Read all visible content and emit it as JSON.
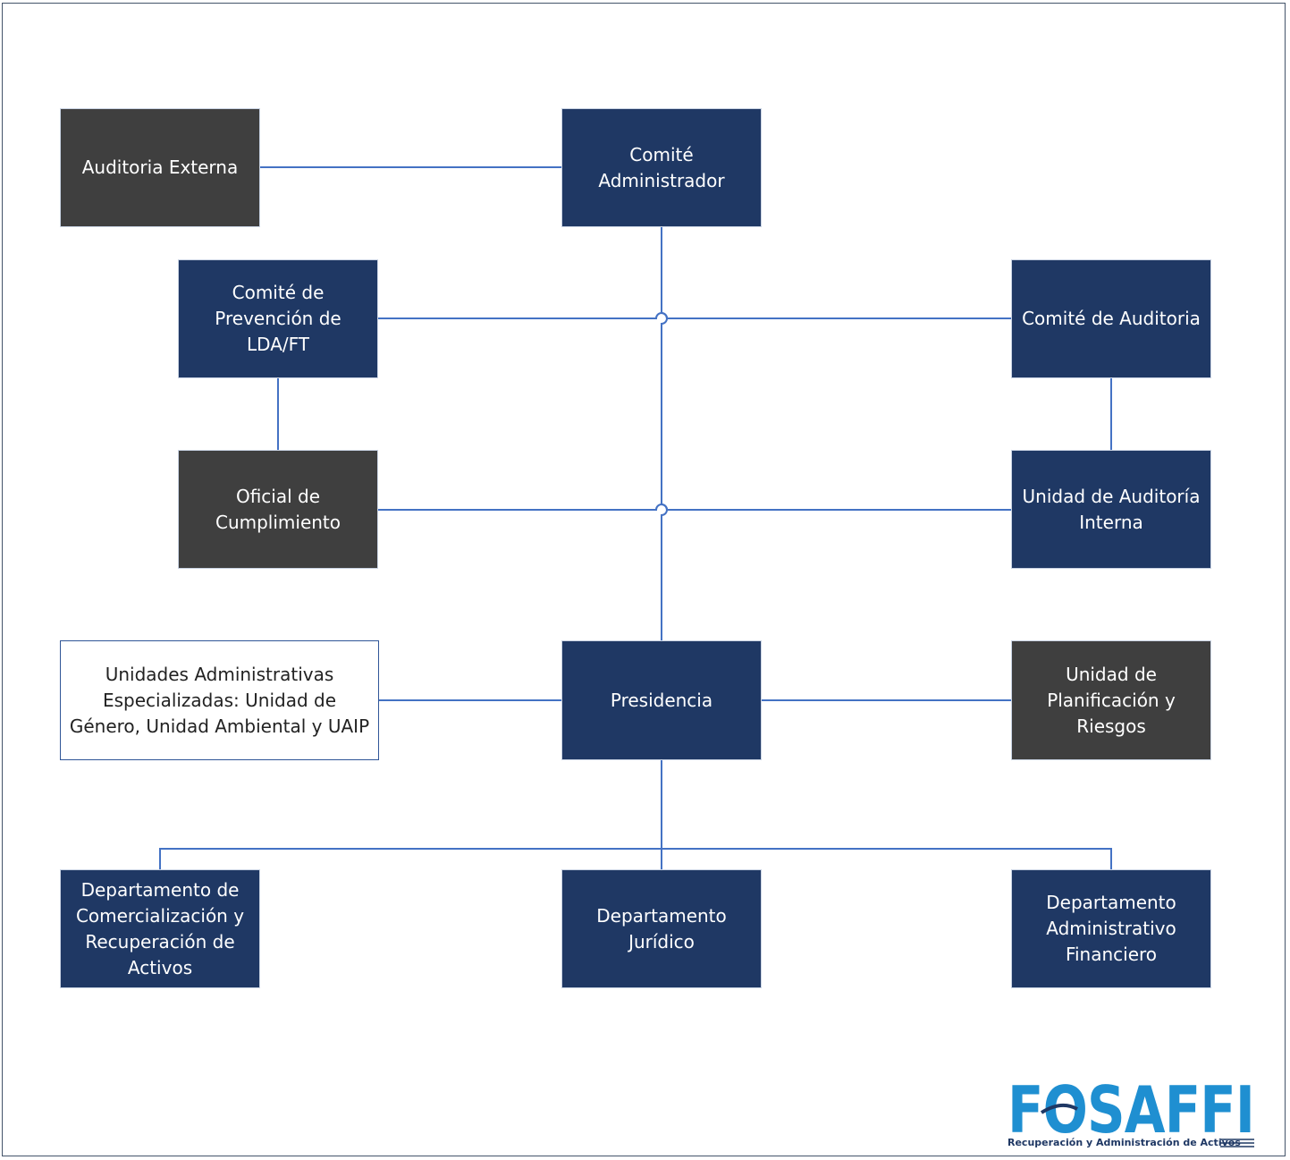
{
  "nodes": {
    "auditoria_externa": "Auditoria Externa",
    "comite_administrador": "Comité Administrador",
    "comite_prevencion": "Comité de Prevención de LDA/FT",
    "comite_auditoria": "Comité de Auditoria",
    "oficial_cumplimiento": "Oficial de Cumplimiento",
    "unidad_auditoria_interna": "Unidad de Auditoría Interna",
    "unidades_administrativas": "Unidades Administrativas Especializadas: Unidad de Género, Unidad Ambiental y UAIP",
    "presidencia": "Presidencia",
    "unidad_planificacion": "Unidad de Planificación y Riesgos",
    "depto_comercializacion": "Departamento de Comercialización y Recuperación de Activos",
    "depto_juridico": "Departamento Jurídico",
    "depto_administrativo": "Departamento Administrativo Financiero"
  },
  "logo": {
    "word": "FOSAFFI",
    "tagline": "Recuperación y Administración de Activos"
  },
  "colors": {
    "navy": "#1f3864",
    "gray": "#3f3f3f",
    "connector": "#4472c4",
    "logo_blue": "#1f8fd1"
  }
}
